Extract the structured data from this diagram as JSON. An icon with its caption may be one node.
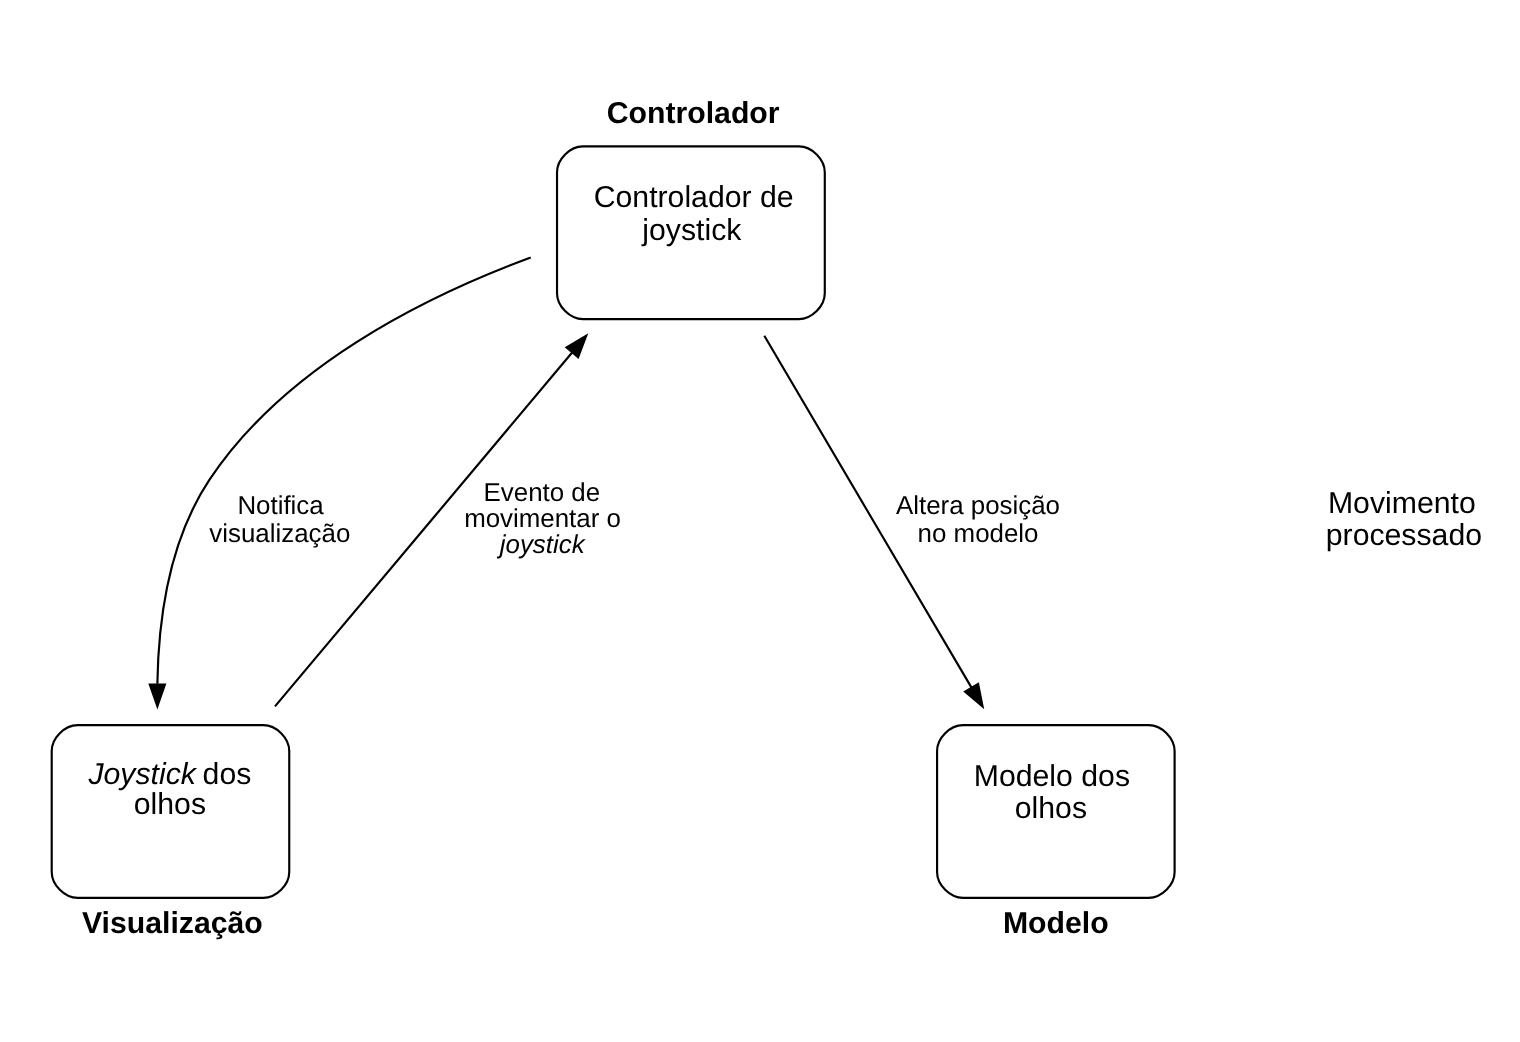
{
  "diagram": {
    "nodes": [
      {
        "text": [
          "Controlador",
          "Controlador de joystick"
        ]
      },
      {
        "text": [
          "*Joystick* dos olhos",
          "Visualização"
        ]
      },
      {
        "text": [
          "Modelo dos olhos",
          "Modelo"
        ]
      }
    ],
    "edges": [
      {
        "from": 1,
        "to": 0,
        "arrow": "to",
        "label": "Evento de movimentar o *joystick*"
      },
      {
        "from": 0,
        "to": 1,
        "arrow": "to",
        "label": "Notifica visualização"
      },
      {
        "from": 0,
        "to": 2,
        "arrow": "to",
        "label": "Altera posição no modelo"
      }
    ],
    "labels": [
      "Movimento processado"
    ]
  }
}
